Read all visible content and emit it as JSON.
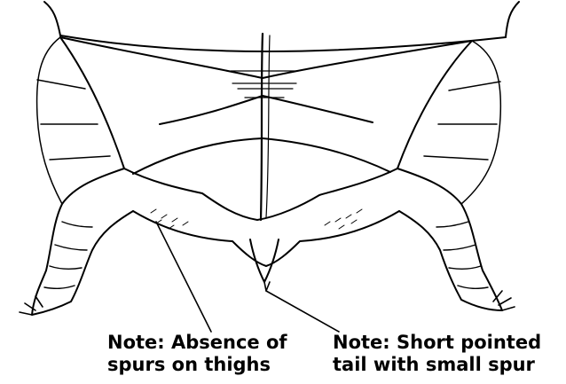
{
  "colors": {
    "ink": "#000000",
    "paper": "#ffffff"
  },
  "annotations": [
    {
      "line1": "Note: Absence of",
      "line2": "spurs on thighs"
    },
    {
      "line1": "Note: Short pointed",
      "line2": "tail with small spur"
    }
  ]
}
